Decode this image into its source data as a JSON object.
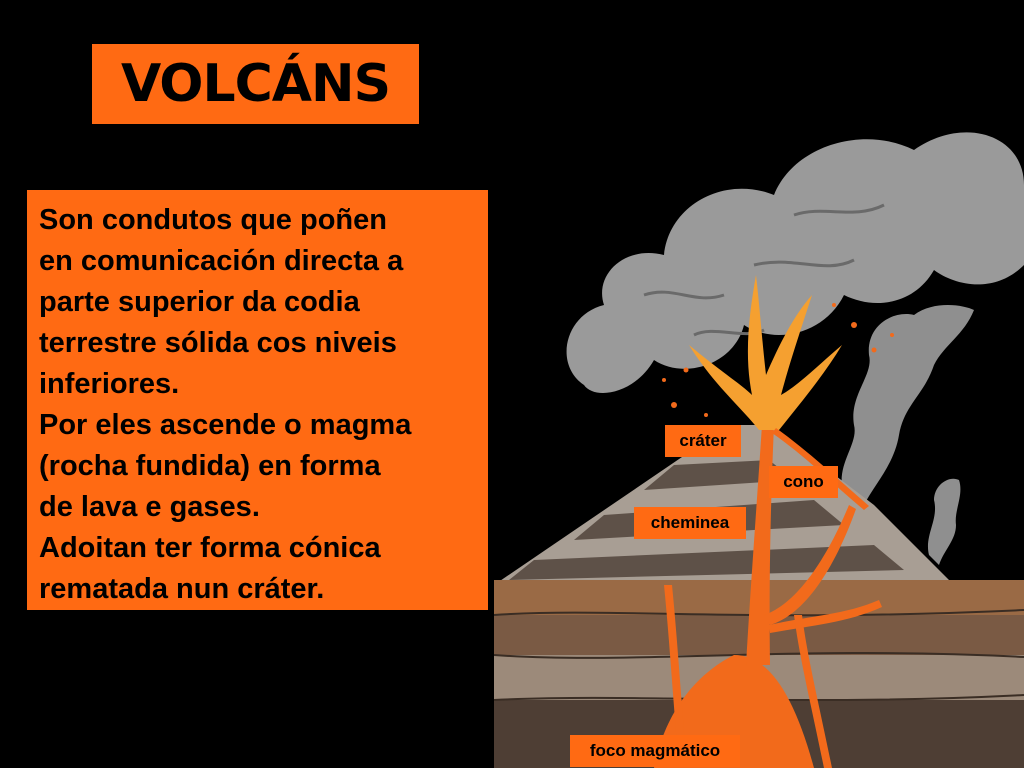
{
  "title": "VOLCÁNS",
  "description_lines": [
    "Son condutos que poñen",
    "en comunicación directa a",
    "parte superior da codia",
    "terrestre sólida cos niveis",
    "inferiores.",
    "Por eles ascende o magma",
    "(rocha fundida) en forma",
    "de lava e gases.",
    "Adoitan ter forma cónica",
    "rematada nun cráter."
  ],
  "diagram_labels": {
    "crater": "cráter",
    "cone": "cono",
    "chimney": "cheminea",
    "magma_chamber": "foco magmático"
  },
  "colors": {
    "accent": "#ff6a13",
    "background": "#000000",
    "lava": "#f26a1b",
    "smoke": "#9a9a9a"
  }
}
